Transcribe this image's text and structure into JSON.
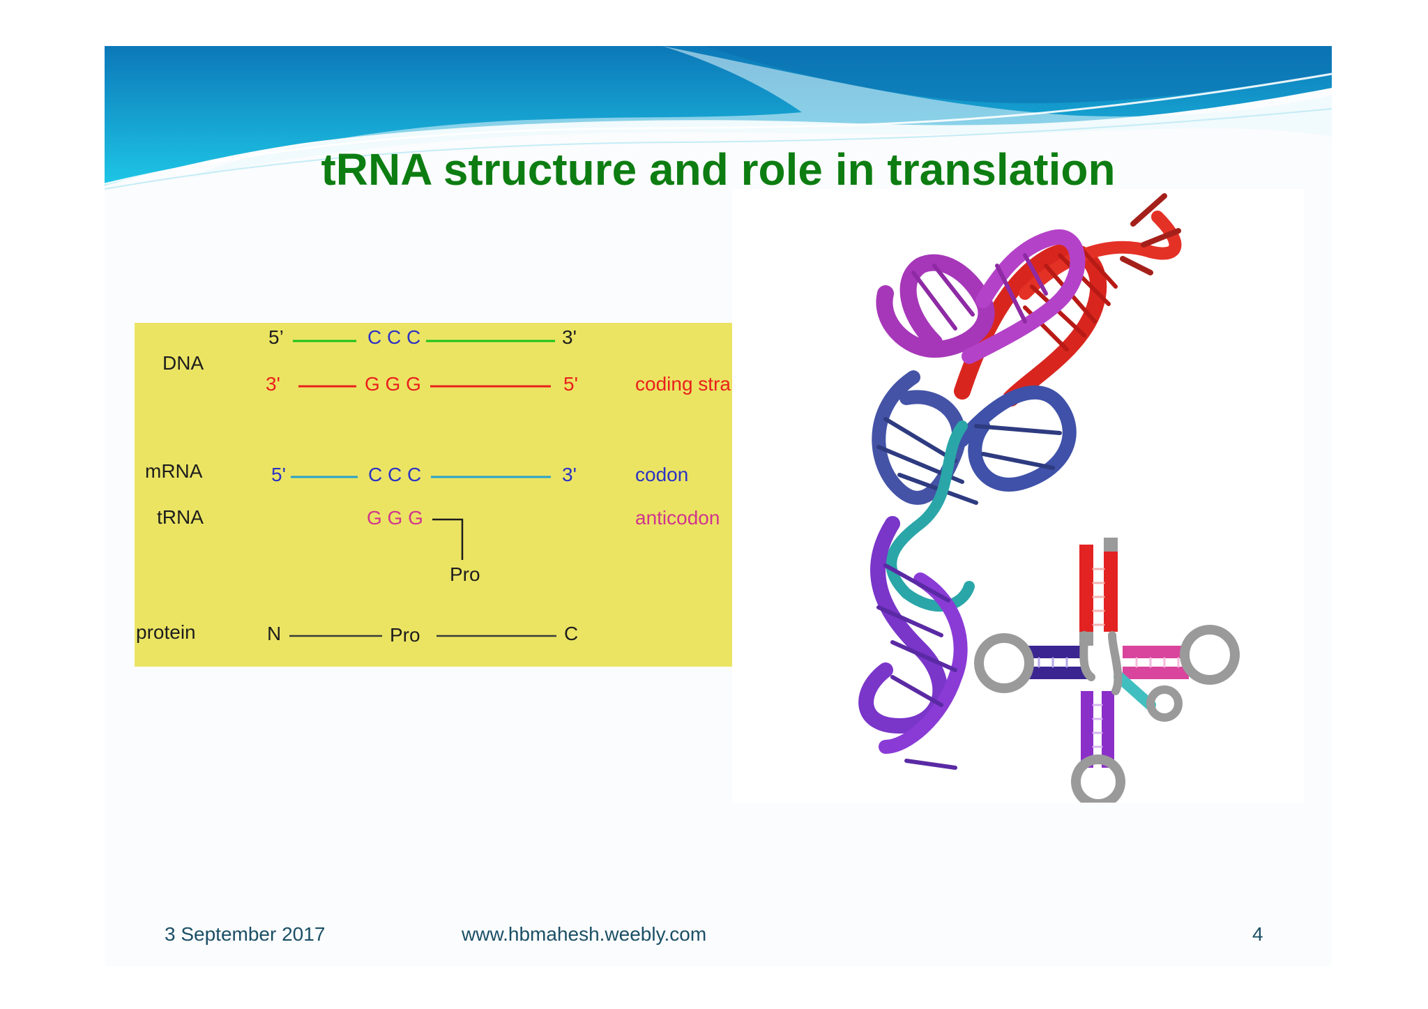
{
  "title": "tRNA structure and role in translation",
  "colors": {
    "title": "#0d7d12",
    "panel_bg": "#ebe463",
    "dna_top": "#19c219",
    "dna_coding": "#e8201c",
    "mrna": "#2aa1c9",
    "mrna_text": "#2b33c4",
    "trna_text": "#d0358d",
    "dark_text": "#1d1d1d"
  },
  "diagram": {
    "row_labels": {
      "dna": "DNA",
      "mrna": "mRNA",
      "trna": "tRNA",
      "protein": "protein"
    },
    "dna_top": {
      "left": "5’",
      "mid": "C C C",
      "right": "3'"
    },
    "dna_coding": {
      "left": "3'",
      "mid": "G G G",
      "right": "5'",
      "annotation": "coding strand"
    },
    "mrna": {
      "left": "5'",
      "mid": "C C C",
      "right": "3'",
      "annotation": "codon"
    },
    "trna": {
      "mid": "G G G",
      "annotation": "anticodon",
      "aminoacid": "Pro"
    },
    "protein": {
      "left": "N",
      "mid": "Pro",
      "right": "C"
    }
  },
  "footer": {
    "date": "3 September 2017",
    "website": "www.hbmahesh.weebly.com",
    "page": "4"
  }
}
